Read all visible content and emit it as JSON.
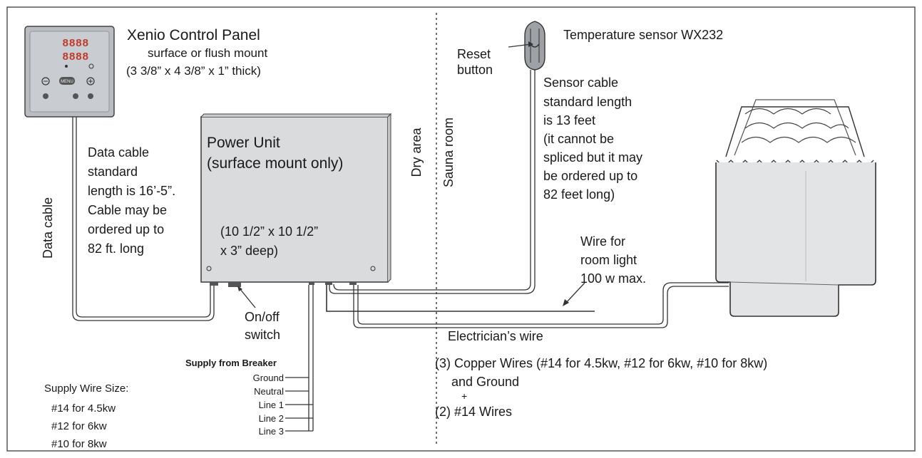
{
  "control_panel": {
    "title": "Xenio Control Panel",
    "mount": "surface or flush mount",
    "size": "(3 3/8” x 4 3/8” x 1” thick)",
    "display_top": "8888",
    "display_bottom": "8888",
    "menu_button": "MENU"
  },
  "power_unit": {
    "title": "Power Unit",
    "mount": "(surface mount only)",
    "size_line1": "(10 1/2” x 10 1/2”",
    "size_line2": "x 3” deep)"
  },
  "data_cable": {
    "label": "Data cable",
    "note": [
      "Data cable",
      "standard",
      "length is 16’-5”.",
      "Cable may be",
      "ordered up to",
      "82 ft. long"
    ]
  },
  "switch": {
    "line1": "On/off",
    "line2": "switch"
  },
  "areas": {
    "dry": "Dry area",
    "sauna": "Sauna room"
  },
  "sensor": {
    "title": "Temperature sensor WX232",
    "reset_line1": "Reset",
    "reset_line2": "button",
    "note": [
      "Sensor cable",
      "standard length",
      "is 13 feet",
      "(it cannot be",
      "spliced but it may",
      "be ordered up to",
      "82 feet long)"
    ]
  },
  "light_wire": [
    "Wire for",
    "room light",
    "100 w max."
  ],
  "electrician": {
    "title": "Electrician’s wire",
    "line1": "(3) Copper Wires (#14 for 4.5kw, #12 for 6kw, #10 for 8kw)",
    "line2": "and Ground",
    "plus": "+",
    "line3": "(2) #14 Wires"
  },
  "supply": {
    "title": "Supply from Breaker",
    "lines": [
      "Ground",
      "Neutral",
      "Line 1",
      "Line 2",
      "Line 3"
    ]
  },
  "wire_size": {
    "title": "Supply Wire Size:",
    "items": [
      "#14 for 4.5kw",
      "#12 for 6kw",
      "#10 for 8kw"
    ]
  }
}
